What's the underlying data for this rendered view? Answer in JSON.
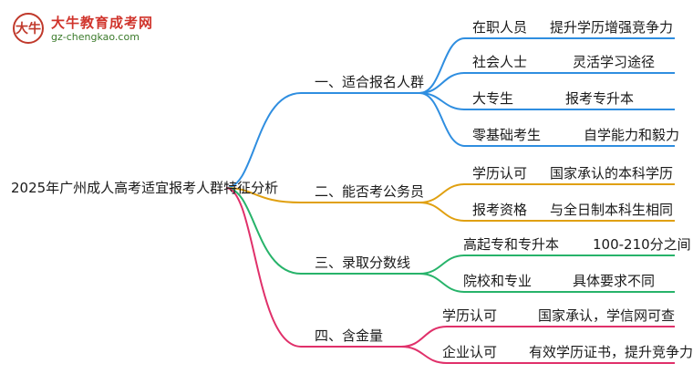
{
  "logo": {
    "badge_text": "大牛",
    "title": "大牛教育成考网",
    "url": "gz-chengkao.com"
  },
  "root": "2025年广州成人高考适宜报考人群特征分析",
  "branches": [
    {
      "label": "一、适合报名人群",
      "color": "#2f8ee0",
      "items": [
        {
          "name": "在职人员",
          "desc": "提升学历增强竞争力"
        },
        {
          "name": "社会人士",
          "desc": "灵活学习途径"
        },
        {
          "name": "大专生",
          "desc": "报考专升本"
        },
        {
          "name": "零基础考生",
          "desc": "自学能力和毅力"
        }
      ]
    },
    {
      "label": "二、能否考公务员",
      "color": "#e0a010",
      "items": [
        {
          "name": "学历认可",
          "desc": "国家承认的本科学历"
        },
        {
          "name": "报考资格",
          "desc": "与全日制本科生相同"
        }
      ]
    },
    {
      "label": "三、录取分数线",
      "color": "#27b36a",
      "items": [
        {
          "name": "高起专和专升本",
          "desc": "100-210分之间"
        },
        {
          "name": "院校和专业",
          "desc": "具体要求不同"
        }
      ]
    },
    {
      "label": "四、含金量",
      "color": "#e0306a",
      "items": [
        {
          "name": "学历认可",
          "desc": "国家承认，学信网可查"
        },
        {
          "name": "企业认可",
          "desc": "有效学历证书，提升竞争力"
        }
      ]
    }
  ]
}
